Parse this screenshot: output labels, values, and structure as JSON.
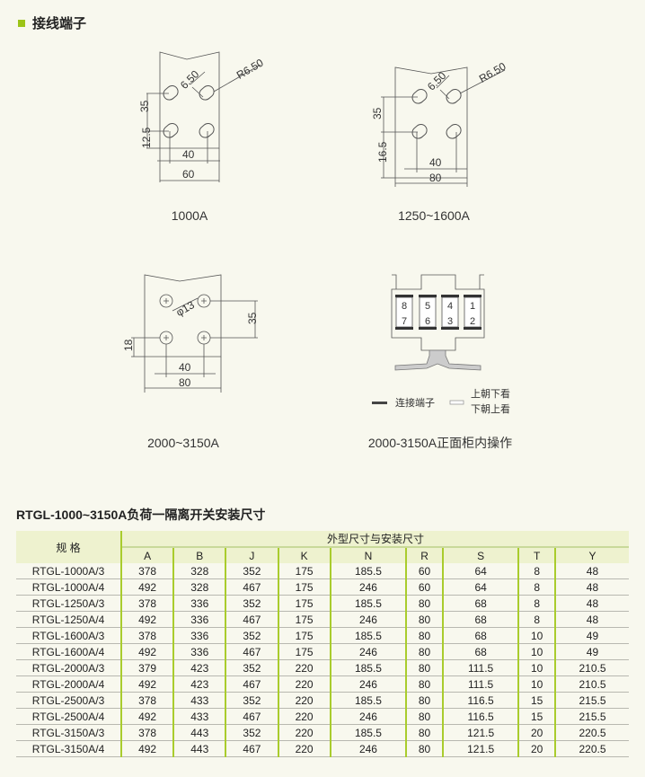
{
  "section_title": "接线端子",
  "diagrams": [
    {
      "caption": "1000A",
      "dims": {
        "d1": "6.50",
        "r": "R6.50",
        "v1": "35",
        "v2": "12.5",
        "h1": "40",
        "h2": "60"
      }
    },
    {
      "caption": "1250~1600A",
      "dims": {
        "d1": "6.50",
        "r": "R6.50",
        "v1": "35",
        "v2": "16.5",
        "h1": "40",
        "h2": "80"
      }
    },
    {
      "caption": "2000~3150A",
      "dims": {
        "d1": "φ13",
        "v1": "35",
        "v2": "18",
        "h1": "40",
        "h2": "80"
      }
    },
    {
      "caption": "2000-3150A正面柜内操作",
      "terminals": [
        "8",
        "7",
        "5",
        "6",
        "4",
        "3",
        "1",
        "2"
      ],
      "legend": {
        "dark": "连接端子",
        "light1": "上朝下看",
        "light2": "下朝上看"
      }
    }
  ],
  "table": {
    "title": "RTGL-1000~3150A负荷一隔离开关安装尺寸",
    "spec_header": "规  格",
    "group_header": "外型尺寸与安装尺寸",
    "columns": [
      "A",
      "B",
      "J",
      "K",
      "N",
      "R",
      "S",
      "T",
      "Y"
    ],
    "rows": [
      [
        "RTGL-1000A/3",
        "378",
        "328",
        "352",
        "175",
        "185.5",
        "60",
        "64",
        "8",
        "48"
      ],
      [
        "RTGL-1000A/4",
        "492",
        "328",
        "467",
        "175",
        "246",
        "60",
        "64",
        "8",
        "48"
      ],
      [
        "RTGL-1250A/3",
        "378",
        "336",
        "352",
        "175",
        "185.5",
        "80",
        "68",
        "8",
        "48"
      ],
      [
        "RTGL-1250A/4",
        "492",
        "336",
        "467",
        "175",
        "246",
        "80",
        "68",
        "8",
        "48"
      ],
      [
        "RTGL-1600A/3",
        "378",
        "336",
        "352",
        "175",
        "185.5",
        "80",
        "68",
        "10",
        "49"
      ],
      [
        "RTGL-1600A/4",
        "492",
        "336",
        "467",
        "175",
        "246",
        "80",
        "68",
        "10",
        "49"
      ],
      [
        "RTGL-2000A/3",
        "379",
        "423",
        "352",
        "220",
        "185.5",
        "80",
        "111.5",
        "10",
        "210.5"
      ],
      [
        "RTGL-2000A/4",
        "492",
        "423",
        "467",
        "220",
        "246",
        "80",
        "111.5",
        "10",
        "210.5"
      ],
      [
        "RTGL-2500A/3",
        "378",
        "433",
        "352",
        "220",
        "185.5",
        "80",
        "116.5",
        "15",
        "215.5"
      ],
      [
        "RTGL-2500A/4",
        "492",
        "433",
        "467",
        "220",
        "246",
        "80",
        "116.5",
        "15",
        "215.5"
      ],
      [
        "RTGL-3150A/3",
        "378",
        "443",
        "352",
        "220",
        "185.5",
        "80",
        "121.5",
        "20",
        "220.5"
      ],
      [
        "RTGL-3150A/4",
        "492",
        "443",
        "467",
        "220",
        "246",
        "80",
        "121.5",
        "20",
        "220.5"
      ]
    ]
  }
}
